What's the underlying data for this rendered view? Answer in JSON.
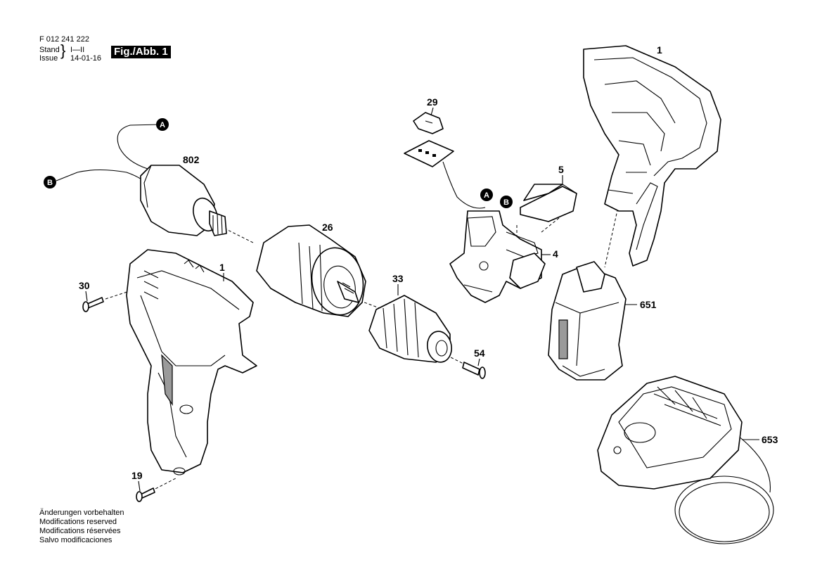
{
  "header": {
    "part_number": "F 012 241 222",
    "stand_label": "Stand",
    "issue_label": "Issue",
    "stand_value": "I—II",
    "issue_value": "14-01-16",
    "figure_label": "Fig./Abb. 1"
  },
  "callouts": {
    "c1_top": "1",
    "c1_housing": "1",
    "c4": "4",
    "c5": "5",
    "c19": "19",
    "c26": "26",
    "c29": "29",
    "c30": "30",
    "c33": "33",
    "c54": "54",
    "c651": "651",
    "c653": "653",
    "c802": "802"
  },
  "markers": {
    "a_wire": "A",
    "b_wire": "B",
    "a_switch": "A",
    "b_switch": "B"
  },
  "notes": [
    "Änderungen vorbehalten",
    "Modifications reserved",
    "Modifications réservées",
    "Salvo modificaciones"
  ]
}
